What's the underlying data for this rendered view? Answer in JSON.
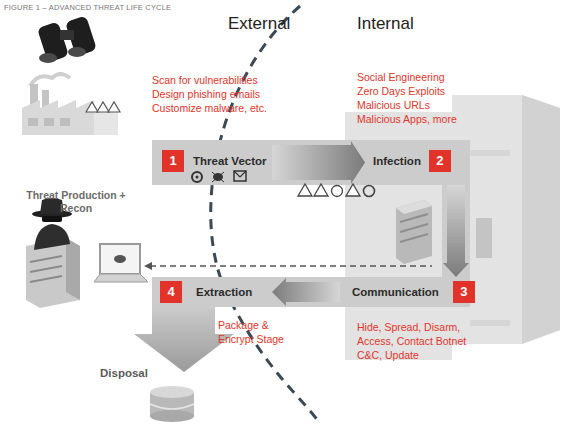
{
  "diagram": {
    "title": "FIGURE 1 – ADVANCED THREAT LIFE CYCLE",
    "nodes": [
      {
        "text": [
          "1",
          "Threat Vector"
        ]
      },
      {
        "text": [
          "Infection",
          "2"
        ]
      },
      {
        "text": [
          "Communication",
          "3"
        ]
      },
      {
        "text": [
          "4",
          "Extraction"
        ]
      }
    ],
    "edges": [
      {
        "from": 0,
        "to": 1,
        "arrow": "to"
      },
      {
        "from": 1,
        "to": 2,
        "arrow": "to"
      },
      {
        "from": 2,
        "to": 3,
        "arrow": "to"
      }
    ],
    "labels": [
      "External",
      "Internal",
      "Scan for vulnerabilities",
      "Design phishing emails",
      "Customize malware, etc.",
      "Social Engineering",
      "Zero Days Exploits",
      "Malicious URLs",
      "Malicious Apps, more",
      "Threat Production + Recon",
      "Package & Encrypt Stage",
      "Hide, Spread, Disarm, Access, Contact Botnet C&C, Update",
      "Disposal"
    ]
  }
}
